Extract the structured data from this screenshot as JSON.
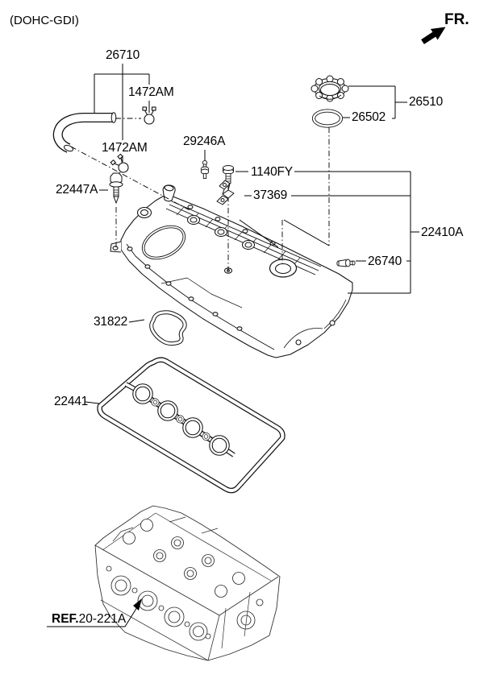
{
  "page": {
    "title": "(DOHC-GDI)",
    "direction_label": "FR."
  },
  "callouts": {
    "breather_hose": "26710",
    "hose_clamp_upper": "1472AM",
    "hose_clamp_lower": "1472AM",
    "stud_bolt": "29246A",
    "cover_bolt": "22447A",
    "bracket_bolt": "1140FY",
    "wiring_bracket": "37369",
    "oil_filler_cap": "26510",
    "filler_cap_gasket": "26502",
    "rocker_cover": "22410A",
    "pcv_valve": "26740",
    "chamber_cover_gasket": "31822",
    "rocker_cover_gasket": "22441",
    "cylinder_head_ref_prefix": "REF.",
    "cylinder_head_ref_number": "20-221A"
  }
}
